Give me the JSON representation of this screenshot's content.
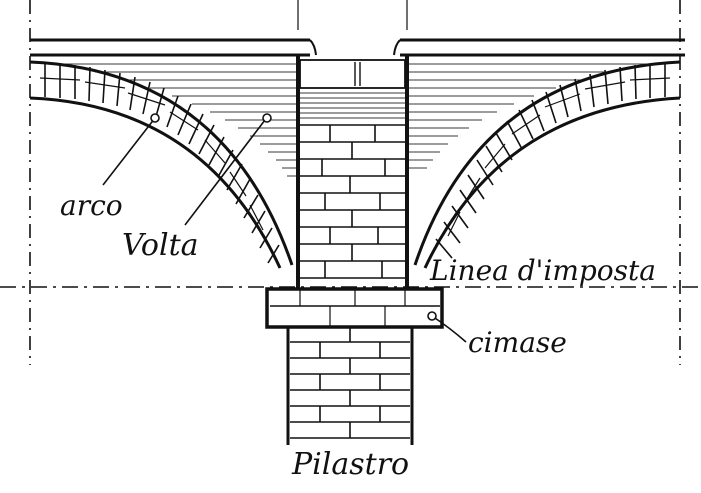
{
  "diagram": {
    "labels": {
      "arco": "arco",
      "volta": "Volta",
      "linea_imposta": "Linea d'imposta",
      "cimase": "cimase",
      "pilastro": "Pilastro"
    },
    "colors": {
      "ink": "#111111",
      "paper": "#ffffff",
      "hatch": "#3a3a3a"
    }
  }
}
